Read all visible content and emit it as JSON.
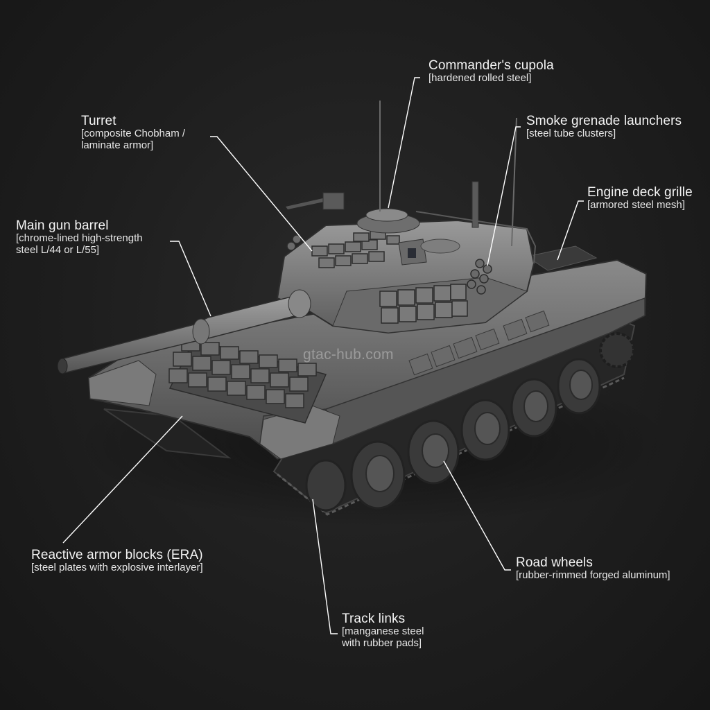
{
  "figure": {
    "subject": "Main battle tank",
    "background_color": "#1e1e1e",
    "label_color": "#f2f2f2",
    "leader_line_color": "#ffffff",
    "watermark": "gtac-hub.com"
  },
  "callouts": [
    {
      "id": "commanders-cupola",
      "title": "Commander's cupola",
      "material": "[hardened rolled steel]"
    },
    {
      "id": "turret",
      "title": "Turret",
      "material": "[composite Chobham /\nlaminate armor]"
    },
    {
      "id": "smoke-grenade-launchers",
      "title": "Smoke grenade launchers",
      "material": "[steel tube clusters]"
    },
    {
      "id": "engine-deck-grille",
      "title": "Engine deck grille",
      "material": "[armored steel mesh]"
    },
    {
      "id": "main-gun-barrel",
      "title": "Main gun barrel",
      "material": "[chrome-lined high-strength\nsteel L/44 or L/55]"
    },
    {
      "id": "reactive-armor-blocks",
      "title": "Reactive armor blocks (ERA)",
      "material": "[steel plates with explosive interlayer]"
    },
    {
      "id": "road-wheels",
      "title": "Road wheels",
      "material": "[rubber-rimmed forged aluminum]"
    },
    {
      "id": "track-links",
      "title": "Track links",
      "material": "[manganese steel\nwith rubber pads]"
    }
  ]
}
